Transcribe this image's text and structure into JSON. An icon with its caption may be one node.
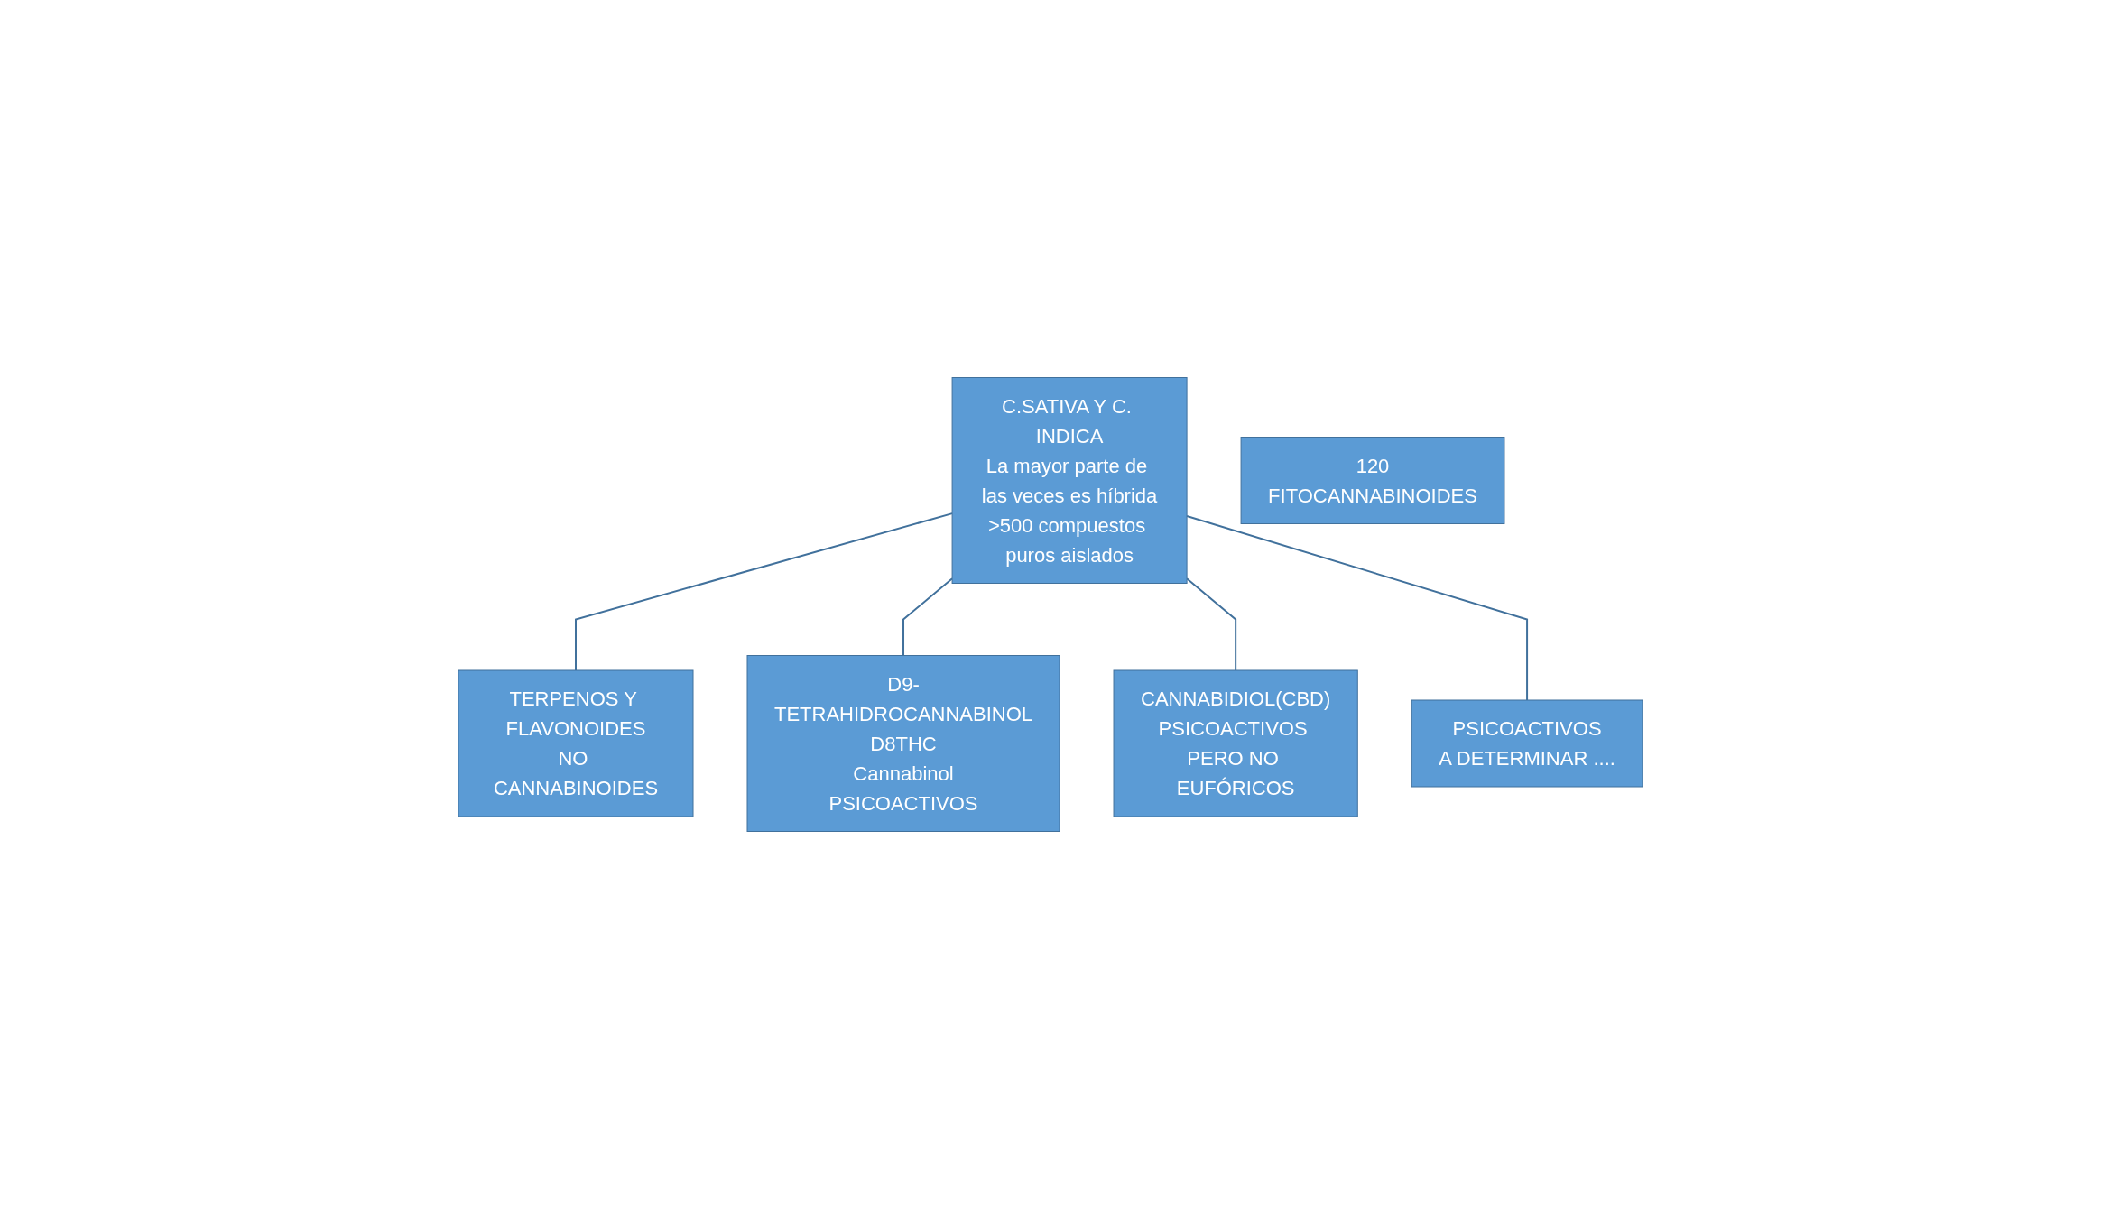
{
  "diagram": {
    "nodes": [
      {
        "text": [
          "C.SATIVA Y C. INDICA",
          "La mayor parte de las veces es híbrida",
          ">500 compuestos puros aislados"
        ]
      },
      {
        "text": [
          "TERPENOS Y FLAVONOIDES",
          "NO CANNABINOIDES"
        ]
      },
      {
        "text": [
          "120",
          "FITOCANNABINOIDES"
        ]
      },
      {
        "text": [
          "D9-TETRAHIDROCANNABINOL",
          "D8THC",
          "Cannabinol",
          "PSICOACTIVOS"
        ]
      },
      {
        "text": [
          "CANNABIDIOL(CBD)",
          "PSICOACTIVOS PERO NO EUFÓRICOS"
        ]
      },
      {
        "text": [
          "PSICOACTIVOS",
          "A DETERMINAR ...."
        ]
      }
    ],
    "edges": [
      {
        "from": 0,
        "to": 1,
        "arrow": "none"
      },
      {
        "from": 0,
        "to": 3,
        "arrow": "none"
      },
      {
        "from": 0,
        "to": 4,
        "arrow": "none"
      },
      {
        "from": 0,
        "to": 5,
        "arrow": "none"
      }
    ]
  }
}
